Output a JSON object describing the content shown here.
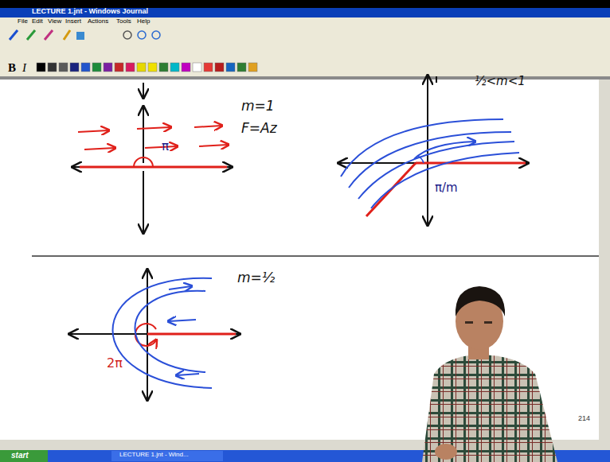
{
  "diagram": {
    "labels": [
      "LECTURE 1.jnt - Windows Journal",
      "File",
      "Edit",
      "View",
      "Insert",
      "Actions",
      "Tools",
      "Help",
      "B",
      "I",
      "m=1",
      "F=Az",
      "π",
      "½<m<1",
      "π/m",
      "m=½",
      "2π",
      "214",
      "start",
      "LECTURE 1.jnt - Wind..."
    ]
  }
}
